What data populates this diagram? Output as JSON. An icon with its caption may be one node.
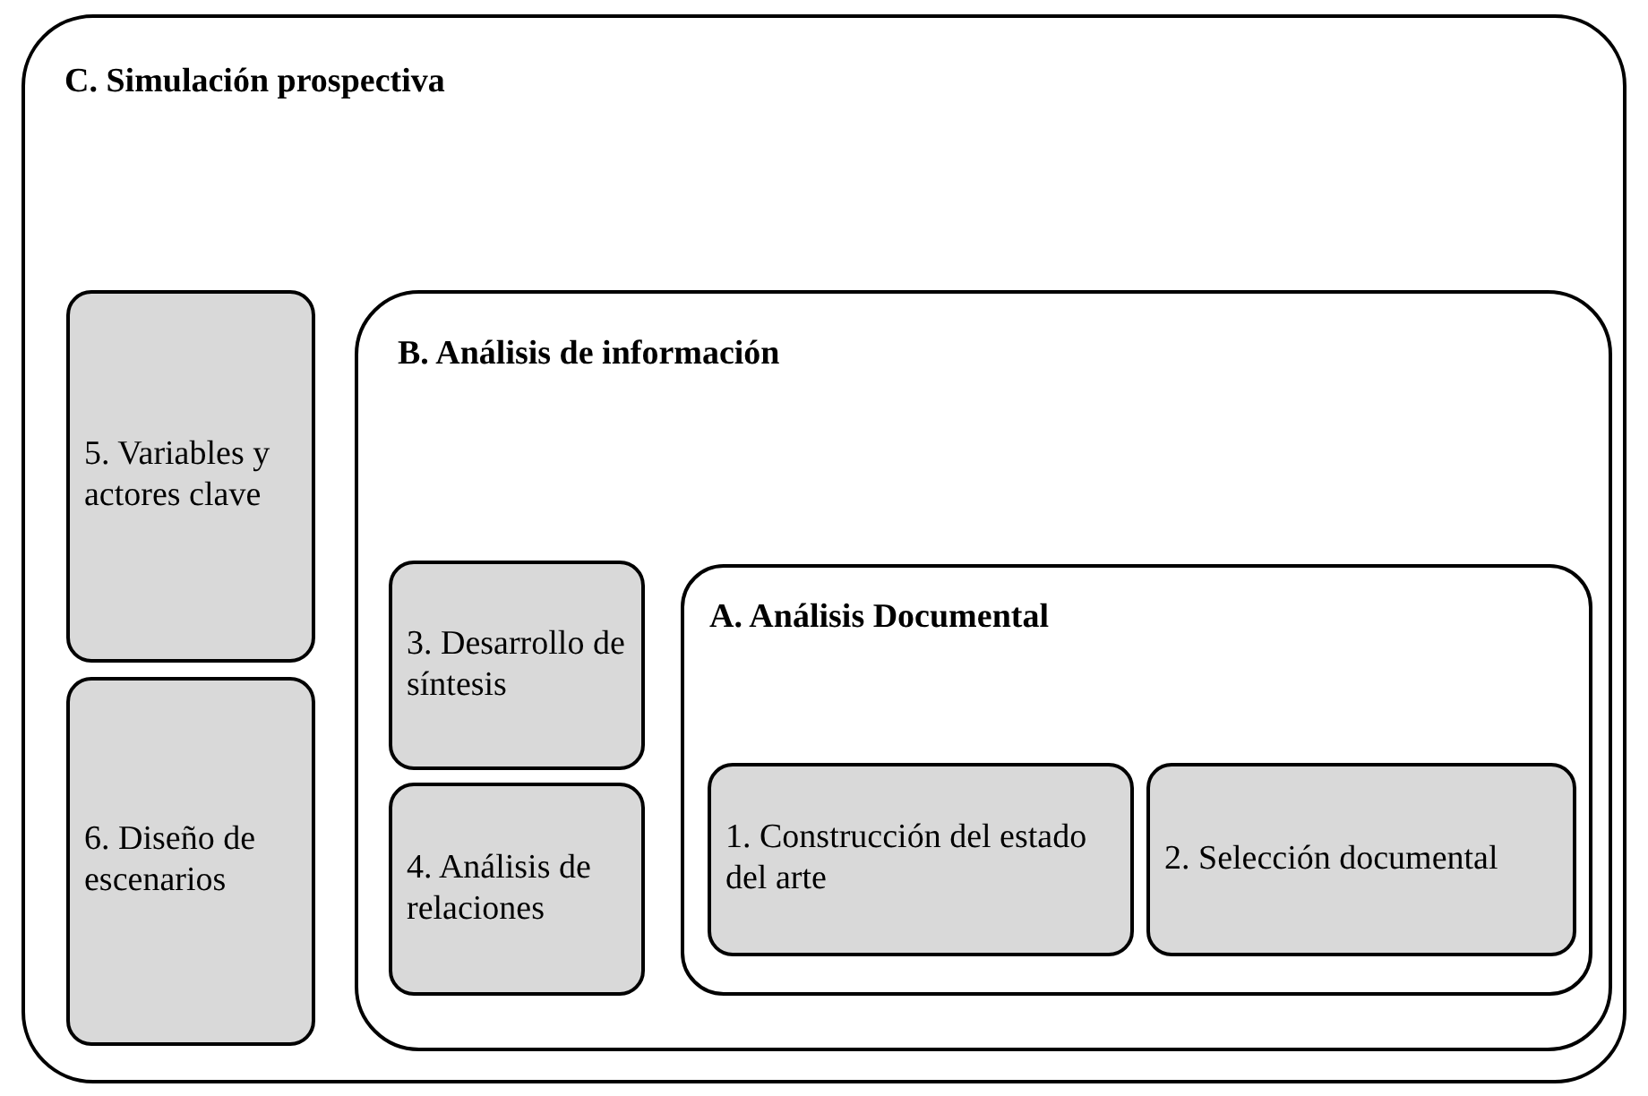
{
  "diagram": {
    "nodes": [
      {
        "text": [
          "C. Simulación prospectiva"
        ]
      },
      {
        "text": [
          "5. Variables y actores clave"
        ],
        "in": 0
      },
      {
        "text": [
          "6. Diseño de escenarios"
        ],
        "in": 0
      },
      {
        "text": [
          "B. Análisis de información"
        ],
        "in": 0
      },
      {
        "text": [
          "3. Desarrollo de síntesis"
        ],
        "in": 3
      },
      {
        "text": [
          "4. Análisis de relaciones"
        ],
        "in": 3
      },
      {
        "text": [
          "A. Análisis Documental"
        ],
        "in": 3
      },
      {
        "text": [
          "1. Construcción del estado del arte"
        ],
        "in": 6
      },
      {
        "text": [
          "2. Selección documental"
        ],
        "in": 6
      }
    ]
  }
}
